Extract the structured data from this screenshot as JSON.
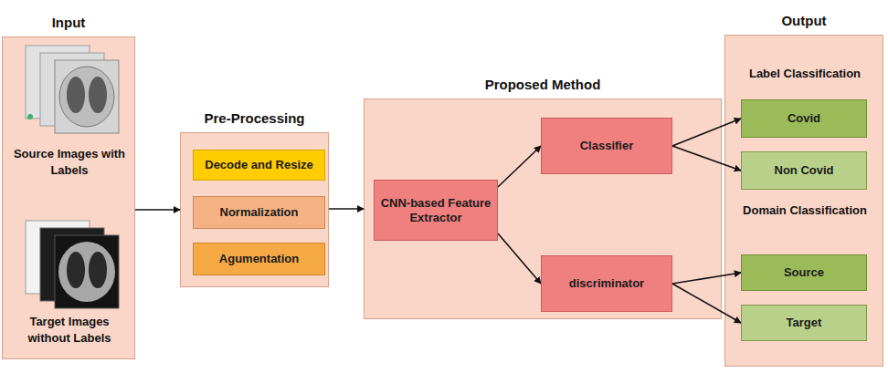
{
  "diagram": {
    "nodes": [
      {
        "text": [
          "Input"
        ]
      },
      {
        "text": [
          "Pre-Processing"
        ]
      },
      {
        "text": [
          "Decode and Resize"
        ],
        "in": 1
      },
      {
        "text": [
          "Normalization"
        ],
        "in": 1
      },
      {
        "text": [
          "Agumentation"
        ],
        "in": 1
      },
      {
        "text": [
          "Proposed Method"
        ]
      },
      {
        "text": [
          "CNN-based Feature Extractor"
        ],
        "in": 5
      },
      {
        "text": [
          "Classifier"
        ],
        "in": 5
      },
      {
        "text": [
          "discriminator"
        ],
        "in": 5
      },
      {
        "text": [
          "Output"
        ]
      },
      {
        "text": [
          "Covid"
        ],
        "in": 9
      },
      {
        "text": [
          "Non Covid"
        ],
        "in": 9
      },
      {
        "text": [
          "Source"
        ],
        "in": 9
      },
      {
        "text": [
          "Target"
        ],
        "in": 9
      }
    ],
    "edges": [
      {
        "from": 0,
        "to": 1,
        "arrow": "to"
      },
      {
        "from": 1,
        "to": 5,
        "arrow": "to"
      },
      {
        "from": 6,
        "to": 7,
        "arrow": "to"
      },
      {
        "from": 6,
        "to": 8,
        "arrow": "to"
      },
      {
        "from": 7,
        "to": 10,
        "arrow": "to"
      },
      {
        "from": 7,
        "to": 11,
        "arrow": "to"
      },
      {
        "from": 8,
        "to": 12,
        "arrow": "to"
      },
      {
        "from": 8,
        "to": 13,
        "arrow": "to"
      }
    ],
    "labels": [
      "Source Images with Labels",
      "Target Images without Labels",
      "Label Classification",
      "Domain Classification"
    ]
  }
}
